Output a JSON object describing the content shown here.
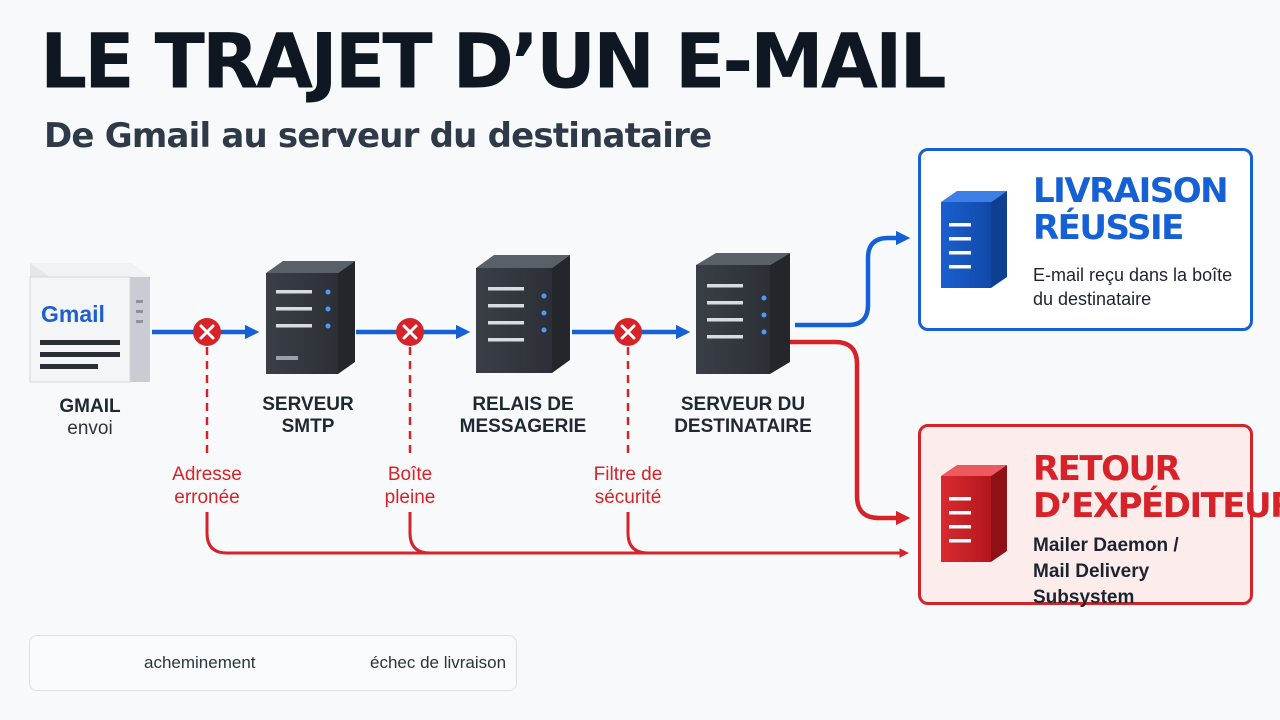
{
  "header": {
    "title": "LE TRAJET D’UN E-MAIL",
    "subtitle": "De Gmail au serveur du destinataire"
  },
  "nodes": [
    {
      "id": "gmail",
      "label": "GMAIL",
      "sublabel": "envoi",
      "logo": "Gmail"
    },
    {
      "id": "smtp",
      "label": "SERVEUR\nSMTP"
    },
    {
      "id": "relay",
      "label": "RELAIS DE\nMESSAGERIE"
    },
    {
      "id": "destination",
      "label": "SERVEUR DU\nDESTINATAIRE"
    }
  ],
  "failures": [
    {
      "id": "address",
      "label": "Adresse\nerronée"
    },
    {
      "id": "mailbox",
      "label": "Boîte\npleine"
    },
    {
      "id": "filter",
      "label": "Filtre de\nsécurité"
    }
  ],
  "outcomes": {
    "success": {
      "title": "LIVRAISON\nRÉUSSIE",
      "description": "E-mail reçu dans la boîte\ndu destinataire"
    },
    "return": {
      "title": "RETOUR\nD’EXPÉDITEUR",
      "description": "Mailer Daemon /\nMail Delivery Subsystem"
    }
  },
  "legend": {
    "routing": "acheminement",
    "failure": "échec de livraison"
  },
  "colors": {
    "routing": "#1560d4",
    "failure": "#d6232a",
    "server_dark": "#3b4048",
    "server_light": "#545a63"
  },
  "icons": {
    "fail_marker": "x-circle-icon",
    "server": "server-icon",
    "gmail": "gmail-icon"
  }
}
